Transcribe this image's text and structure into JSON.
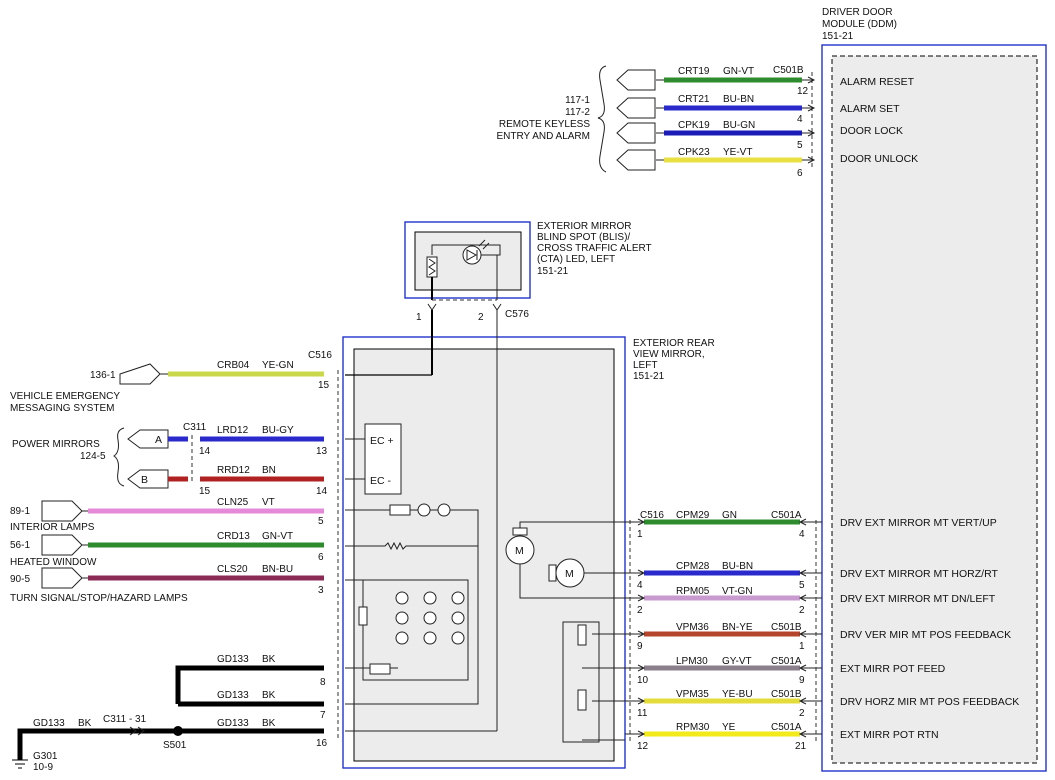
{
  "ddm": {
    "title_lines": [
      "DRIVER DOOR",
      "MODULE (DDM)",
      "151-21"
    ],
    "connector_top": "C501B",
    "pins": [
      {
        "label": "ALARM RESET",
        "pin": "12"
      },
      {
        "label": "ALARM SET",
        "pin": "4"
      },
      {
        "label": "DOOR LOCK",
        "pin": "5"
      },
      {
        "label": "DOOR UNLOCK",
        "pin": "6"
      }
    ]
  },
  "rke": {
    "ref_lines": [
      "117-1",
      "117-2"
    ],
    "name_lines": [
      "REMOTE KEYLESS",
      "ENTRY AND ALARM"
    ],
    "wires": [
      {
        "circuit": "CRT19",
        "color": "GN-VT",
        "hex": "#2e8b2e"
      },
      {
        "circuit": "CRT21",
        "color": "BU-BN",
        "hex": "#2a2acc"
      },
      {
        "circuit": "CPK19",
        "color": "BU-GN",
        "hex": "#1b1bb8"
      },
      {
        "circuit": "CPK23",
        "color": "YE-VT",
        "hex": "#e8e040"
      }
    ]
  },
  "blis": {
    "title_lines": [
      "EXTERIOR MIRROR",
      "BLIND SPOT (BLIS)/",
      "CROSS TRAFFIC ALERT",
      "(CTA) LED, LEFT",
      "151-21"
    ],
    "pin1": "1",
    "pin2": "2",
    "connector": "C576"
  },
  "mirror": {
    "title_lines": [
      "EXTERIOR REAR",
      "VIEW MIRROR,",
      "LEFT",
      "151-21"
    ],
    "ec_plus": "EC +",
    "ec_minus": "EC -"
  },
  "left": {
    "c516": "C516",
    "vems": {
      "ref": "136-1",
      "circuit": "CRB04",
      "color": "YE-GN",
      "pin": "15",
      "name_lines": [
        "VEHICLE EMERGENCY",
        "MESSAGING SYSTEM"
      ]
    },
    "power_mirrors": {
      "name": "POWER MIRRORS",
      "ref": "124-5",
      "conn": "C311",
      "a": "A",
      "b": "B",
      "a_circuit": "LRD12",
      "a_color": "BU-GY",
      "a_pin_left": "14",
      "a_pin_right": "13",
      "b_circuit": "RRD12",
      "b_color": "BN",
      "b_pin_left": "15",
      "b_pin_right": "14"
    },
    "interior": {
      "ref": "89-1",
      "name": "INTERIOR LAMPS",
      "circuit": "CLN25",
      "color": "VT",
      "pin": "5"
    },
    "heated": {
      "ref": "56-1",
      "name": "HEATED WINDOW",
      "circuit": "CRD13",
      "color": "GN-VT",
      "pin": "6"
    },
    "turn": {
      "ref": "90-5",
      "name": "TURN SIGNAL/STOP/HAZARD LAMPS",
      "circuit": "CLS20",
      "color": "BN-BU",
      "pin": "3"
    },
    "grounds": [
      {
        "circuit": "GD133",
        "color": "BK",
        "pin": "8"
      },
      {
        "circuit": "GD133",
        "color": "BK",
        "pin": "7"
      },
      {
        "circuit": "GD133",
        "color": "BK",
        "pin": "16"
      }
    ],
    "ground_feed": {
      "circuit": "GD133",
      "color": "BK",
      "conn": "C311 - 31",
      "splice": "S501",
      "ground": "G301",
      "ground_ref": "10-9"
    }
  },
  "right": {
    "rows": [
      {
        "lconn": "C516",
        "lpin": "1",
        "circuit": "CPM29",
        "color": "GN",
        "rconn": "C501A",
        "rpin": "4",
        "label": "DRV EXT MIRROR MT VERT/UP",
        "hex": "#2e8b2e"
      },
      {
        "lconn": "",
        "lpin": "4",
        "circuit": "CPM28",
        "color": "BU-BN",
        "rconn": "",
        "rpin": "5",
        "label": "DRV EXT MIRROR MT HORZ/RT",
        "hex": "#2a2acc"
      },
      {
        "lconn": "",
        "lpin": "2",
        "circuit": "RPM05",
        "color": "VT-GN",
        "rconn": "",
        "rpin": "2",
        "label": "DRV EXT MIRROR MT DN/LEFT",
        "hex": "#c99ad0"
      },
      {
        "lconn": "",
        "lpin": "9",
        "circuit": "VPM36",
        "color": "BN-YE",
        "rconn": "C501B",
        "rpin": "1",
        "label": "DRV VER MIR MT POS FEEDBACK",
        "hex": "#b5452a"
      },
      {
        "lconn": "",
        "lpin": "10",
        "circuit": "LPM30",
        "color": "GY-VT",
        "rconn": "C501A",
        "rpin": "9",
        "label": "EXT MIRR POT FEED",
        "hex": "#8a7f8a"
      },
      {
        "lconn": "",
        "lpin": "11",
        "circuit": "VPM35",
        "color": "YE-BU",
        "rconn": "C501B",
        "rpin": "2",
        "label": "DRV HORZ MIR MT POS FEEDBACK",
        "hex": "#e3dc3a"
      },
      {
        "lconn": "",
        "lpin": "12",
        "circuit": "RPM30",
        "color": "YE",
        "rconn": "C501A",
        "rpin": "21",
        "label": "EXT MIRR POT RTN",
        "hex": "#f2ea1a"
      }
    ]
  },
  "colors": {
    "green": "#2e8b2e",
    "blue": "#2a2acc",
    "yellowgreen": "#c8d84a",
    "violet": "#e58ad8",
    "red": "#b02222",
    "black": "#000000"
  },
  "icons": [
    "motor-icon",
    "led-icon",
    "resistor-icon",
    "heater-icon",
    "potentiometer-icon",
    "ground-icon",
    "splice-icon",
    "connector-arrow-icon"
  ]
}
